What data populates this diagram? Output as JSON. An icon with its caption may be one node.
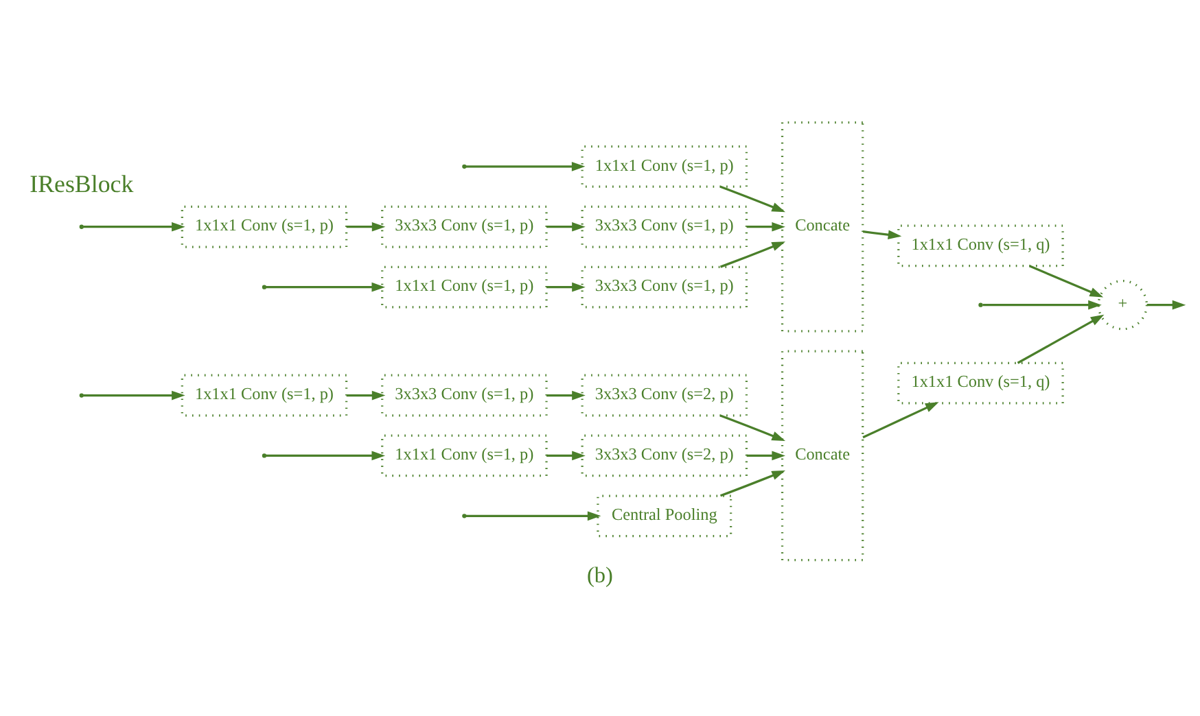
{
  "diagram": {
    "caption": "(b)",
    "nodes": [
      {
        "text": [
          "Central Pooling"
        ]
      },
      {
        "text": [
          "1x1x1 Conv (s=1, p)"
        ]
      },
      {
        "text": [
          "3x3x3 Conv (s=1, p)"
        ]
      },
      {
        "text": [
          "3x3x3 Conv (s=2, p)"
        ]
      },
      {
        "text": [
          "Concate"
        ]
      },
      {
        "text": [
          "1x1x1 Conv (s=1, q)"
        ]
      },
      {
        "text": [
          "1x1x1 Conv (s=1, p)"
        ]
      },
      {
        "text": [
          "3x3x3 Conv (s=2, p)"
        ]
      },
      {
        "text": [
          "+"
        ]
      },
      {
        "text": [
          "1x1x1 Conv (s=1, p)"
        ]
      },
      {
        "text": [
          "1x1x1 Conv (s=1, p)"
        ]
      },
      {
        "text": [
          "3x3x3 Conv (s=1, p)"
        ]
      },
      {
        "text": [
          "3x3x3 Conv (s=1, p)"
        ]
      },
      {
        "text": [
          "Concate"
        ]
      },
      {
        "text": [
          "1x1x1 Conv (s=1, q)"
        ]
      },
      {
        "text": [
          "1x1x1 Conv (s=1, p)"
        ]
      },
      {
        "text": [
          "3x3x3 Conv (s=1, p)"
        ]
      }
    ],
    "edges": [
      {
        "from": null,
        "to": 0,
        "arrow": "to"
      },
      {
        "from": null,
        "to": 1,
        "arrow": "to"
      },
      {
        "from": null,
        "to": 6,
        "arrow": "to"
      },
      {
        "from": 0,
        "to": 4,
        "arrow": "to"
      },
      {
        "from": 1,
        "to": 2,
        "arrow": "to"
      },
      {
        "from": 2,
        "to": 3,
        "arrow": "to"
      },
      {
        "from": 3,
        "to": 4,
        "arrow": "to"
      },
      {
        "from": 6,
        "to": 7,
        "arrow": "to"
      },
      {
        "from": 7,
        "to": 4,
        "arrow": "to"
      },
      {
        "from": 4,
        "to": 5,
        "arrow": "to"
      },
      {
        "from": 5,
        "to": 8,
        "arrow": "to"
      },
      {
        "from": null,
        "to": 8,
        "arrow": "to"
      },
      {
        "from": 8,
        "to": null,
        "arrow": "to"
      },
      {
        "from": null,
        "to": 9,
        "arrow": "to"
      },
      {
        "from": null,
        "to": 10,
        "arrow": "to"
      },
      {
        "from": null,
        "to": 15,
        "arrow": "to"
      },
      {
        "from": 9,
        "to": 13,
        "arrow": "to"
      },
      {
        "from": 10,
        "to": 11,
        "arrow": "to"
      },
      {
        "from": 11,
        "to": 12,
        "arrow": "to"
      },
      {
        "from": 12,
        "to": 13,
        "arrow": "to"
      },
      {
        "from": 15,
        "to": 16,
        "arrow": "to"
      },
      {
        "from": 16,
        "to": 13,
        "arrow": "to"
      },
      {
        "from": 13,
        "to": 14,
        "arrow": "to"
      },
      {
        "from": 14,
        "to": 8,
        "arrow": "to"
      }
    ],
    "labels": [
      "IResBlock"
    ]
  }
}
